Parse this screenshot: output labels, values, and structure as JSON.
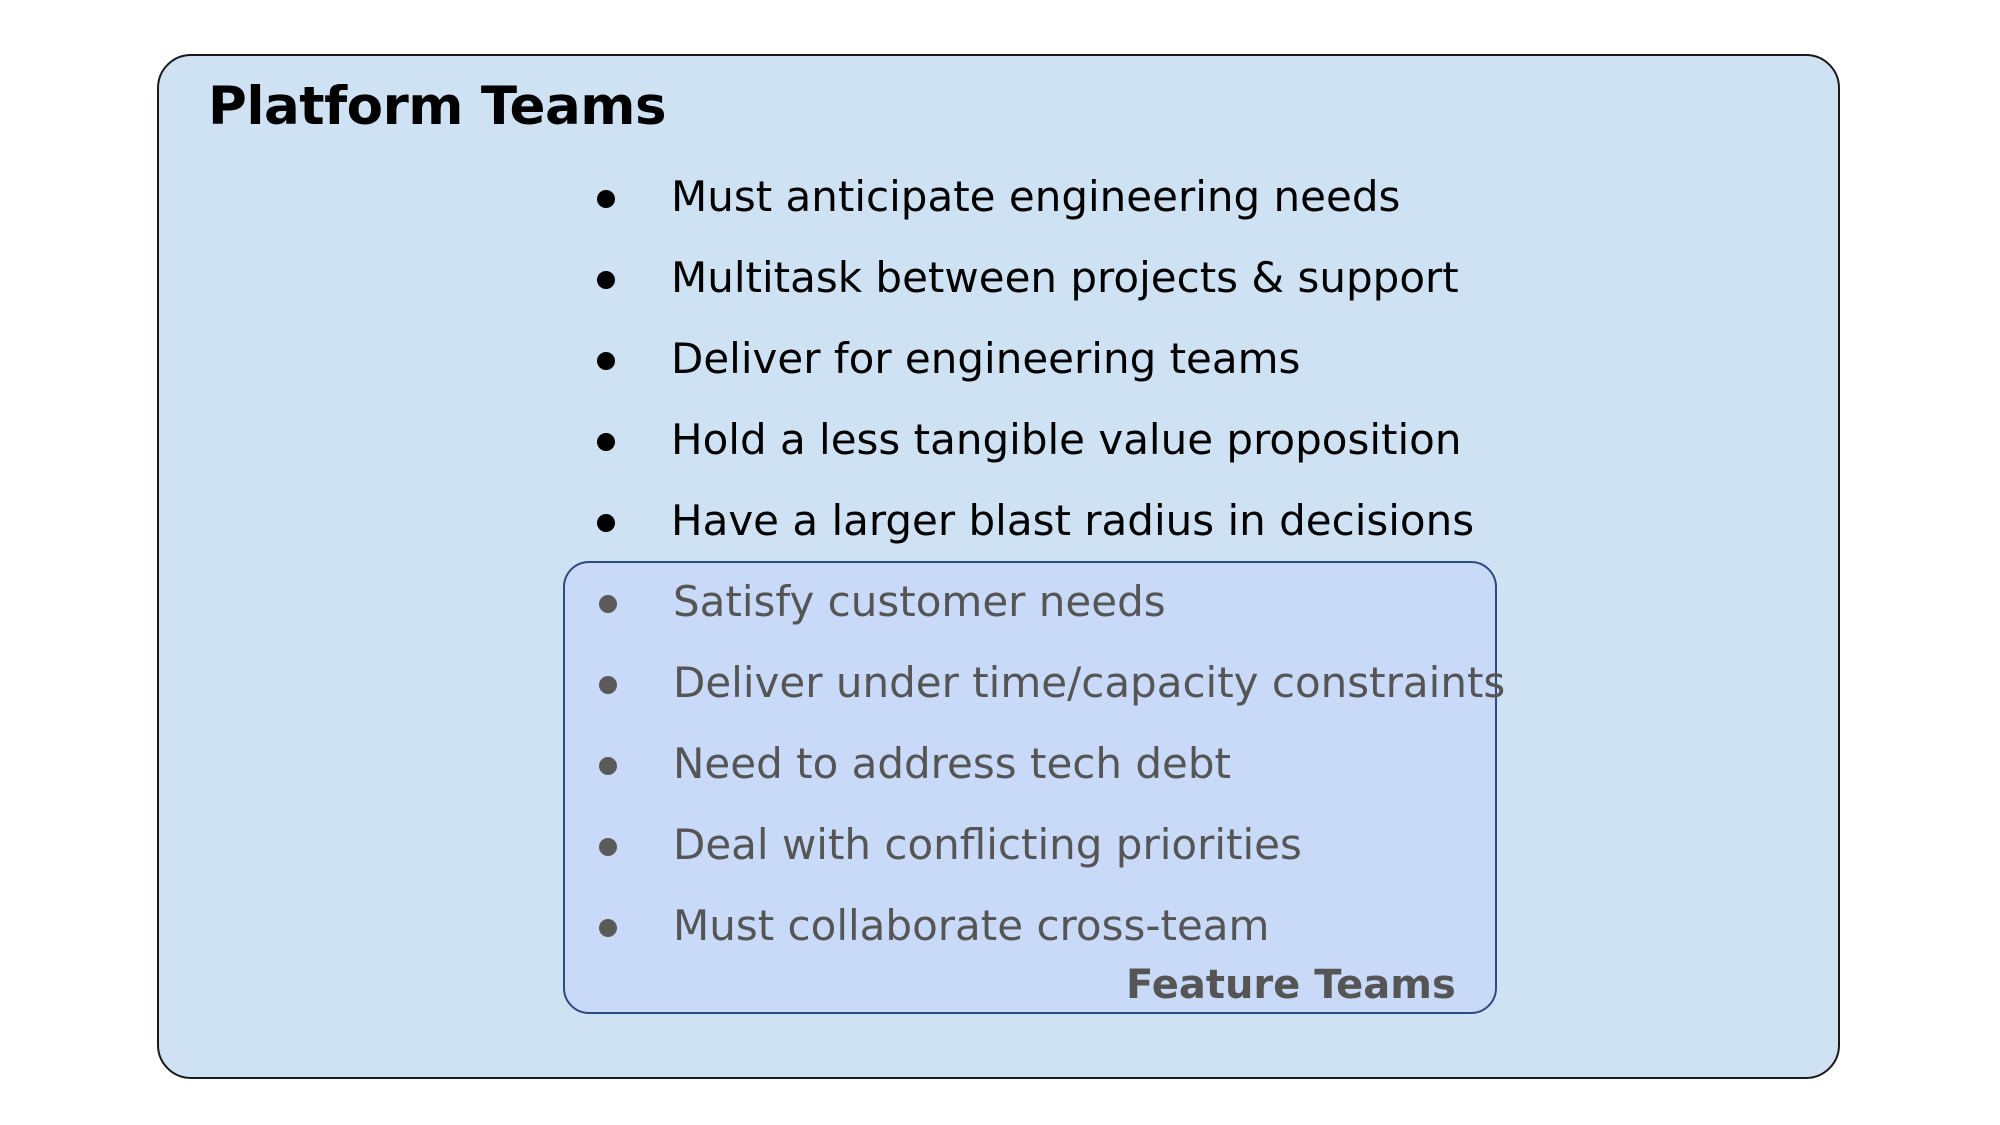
{
  "colors": {
    "outer_fill": "#cfe2f3",
    "outer_border": "#1a1a1a",
    "inner_fill": "#c9daf8",
    "inner_border": "#2e4a80",
    "platform_text": "#000000",
    "feature_text": "#555555"
  },
  "platform": {
    "title": "Platform Teams",
    "items": [
      "Must anticipate engineering needs",
      "Multitask between projects & support",
      "Deliver for engineering teams",
      "Hold a less tangible value proposition",
      "Have a larger blast radius in decisions"
    ]
  },
  "feature": {
    "title": "Feature Teams",
    "items": [
      "Satisfy customer needs",
      "Deliver under time/capacity constraints",
      "Need to address tech debt",
      "Deal with conflicting priorities",
      "Must collaborate cross-team"
    ]
  }
}
